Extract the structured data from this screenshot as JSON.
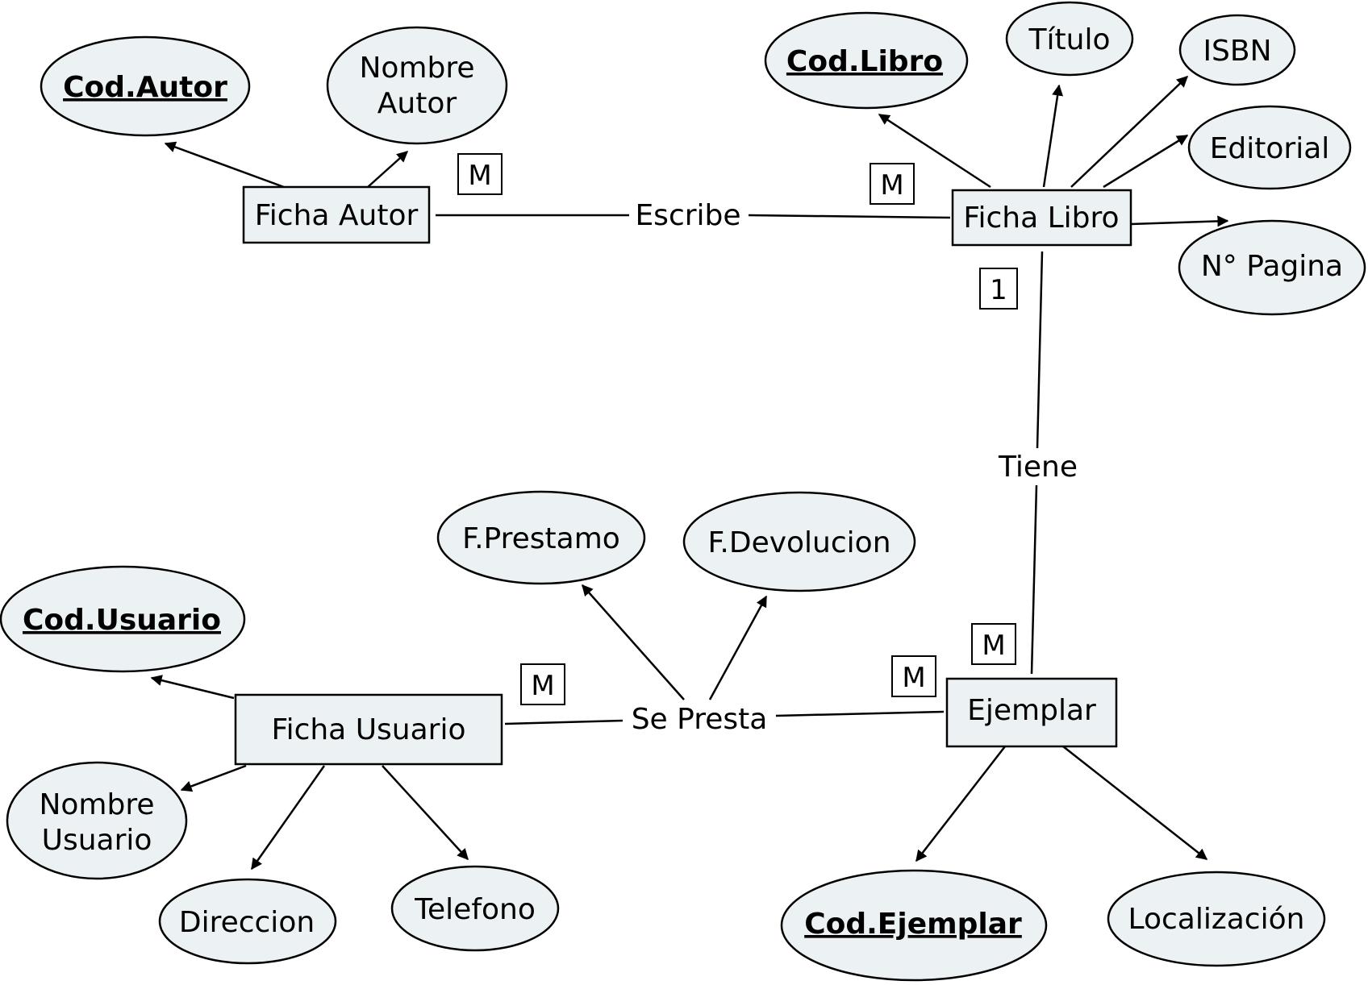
{
  "entities": {
    "ficha_autor": "Ficha Autor",
    "ficha_libro": "Ficha Libro",
    "ficha_usuario": "Ficha Usuario",
    "ejemplar": "Ejemplar"
  },
  "relationships": {
    "escribe": "Escribe",
    "tiene": "Tiene",
    "se_presta": "Se Presta"
  },
  "attributes": {
    "cod_autor": "Cod.Autor",
    "nombre_autor_1": "Nombre",
    "nombre_autor_2": "Autor",
    "cod_libro": "Cod.Libro",
    "titulo": "Título",
    "isbn": "ISBN",
    "editorial": "Editorial",
    "n_pagina": "N° Pagina",
    "f_prestamo": "F.Prestamo",
    "f_devolucion": "F.Devolucion",
    "cod_usuario": "Cod.Usuario",
    "nombre_usuario_1": "Nombre",
    "nombre_usuario_2": "Usuario",
    "direccion": "Direccion",
    "telefono": "Telefono",
    "cod_ejemplar": "Cod.Ejemplar",
    "localizacion": "Localización"
  },
  "cardinalities": {
    "escribe_autor": "M",
    "escribe_libro": "M",
    "tiene_libro": "1",
    "tiene_ejemplar": "M",
    "presta_usuario": "M",
    "presta_ejemplar": "M"
  },
  "colors": {
    "shape_fill": "#ecf2f3",
    "stroke": "#000000",
    "background": "#ffffff"
  }
}
